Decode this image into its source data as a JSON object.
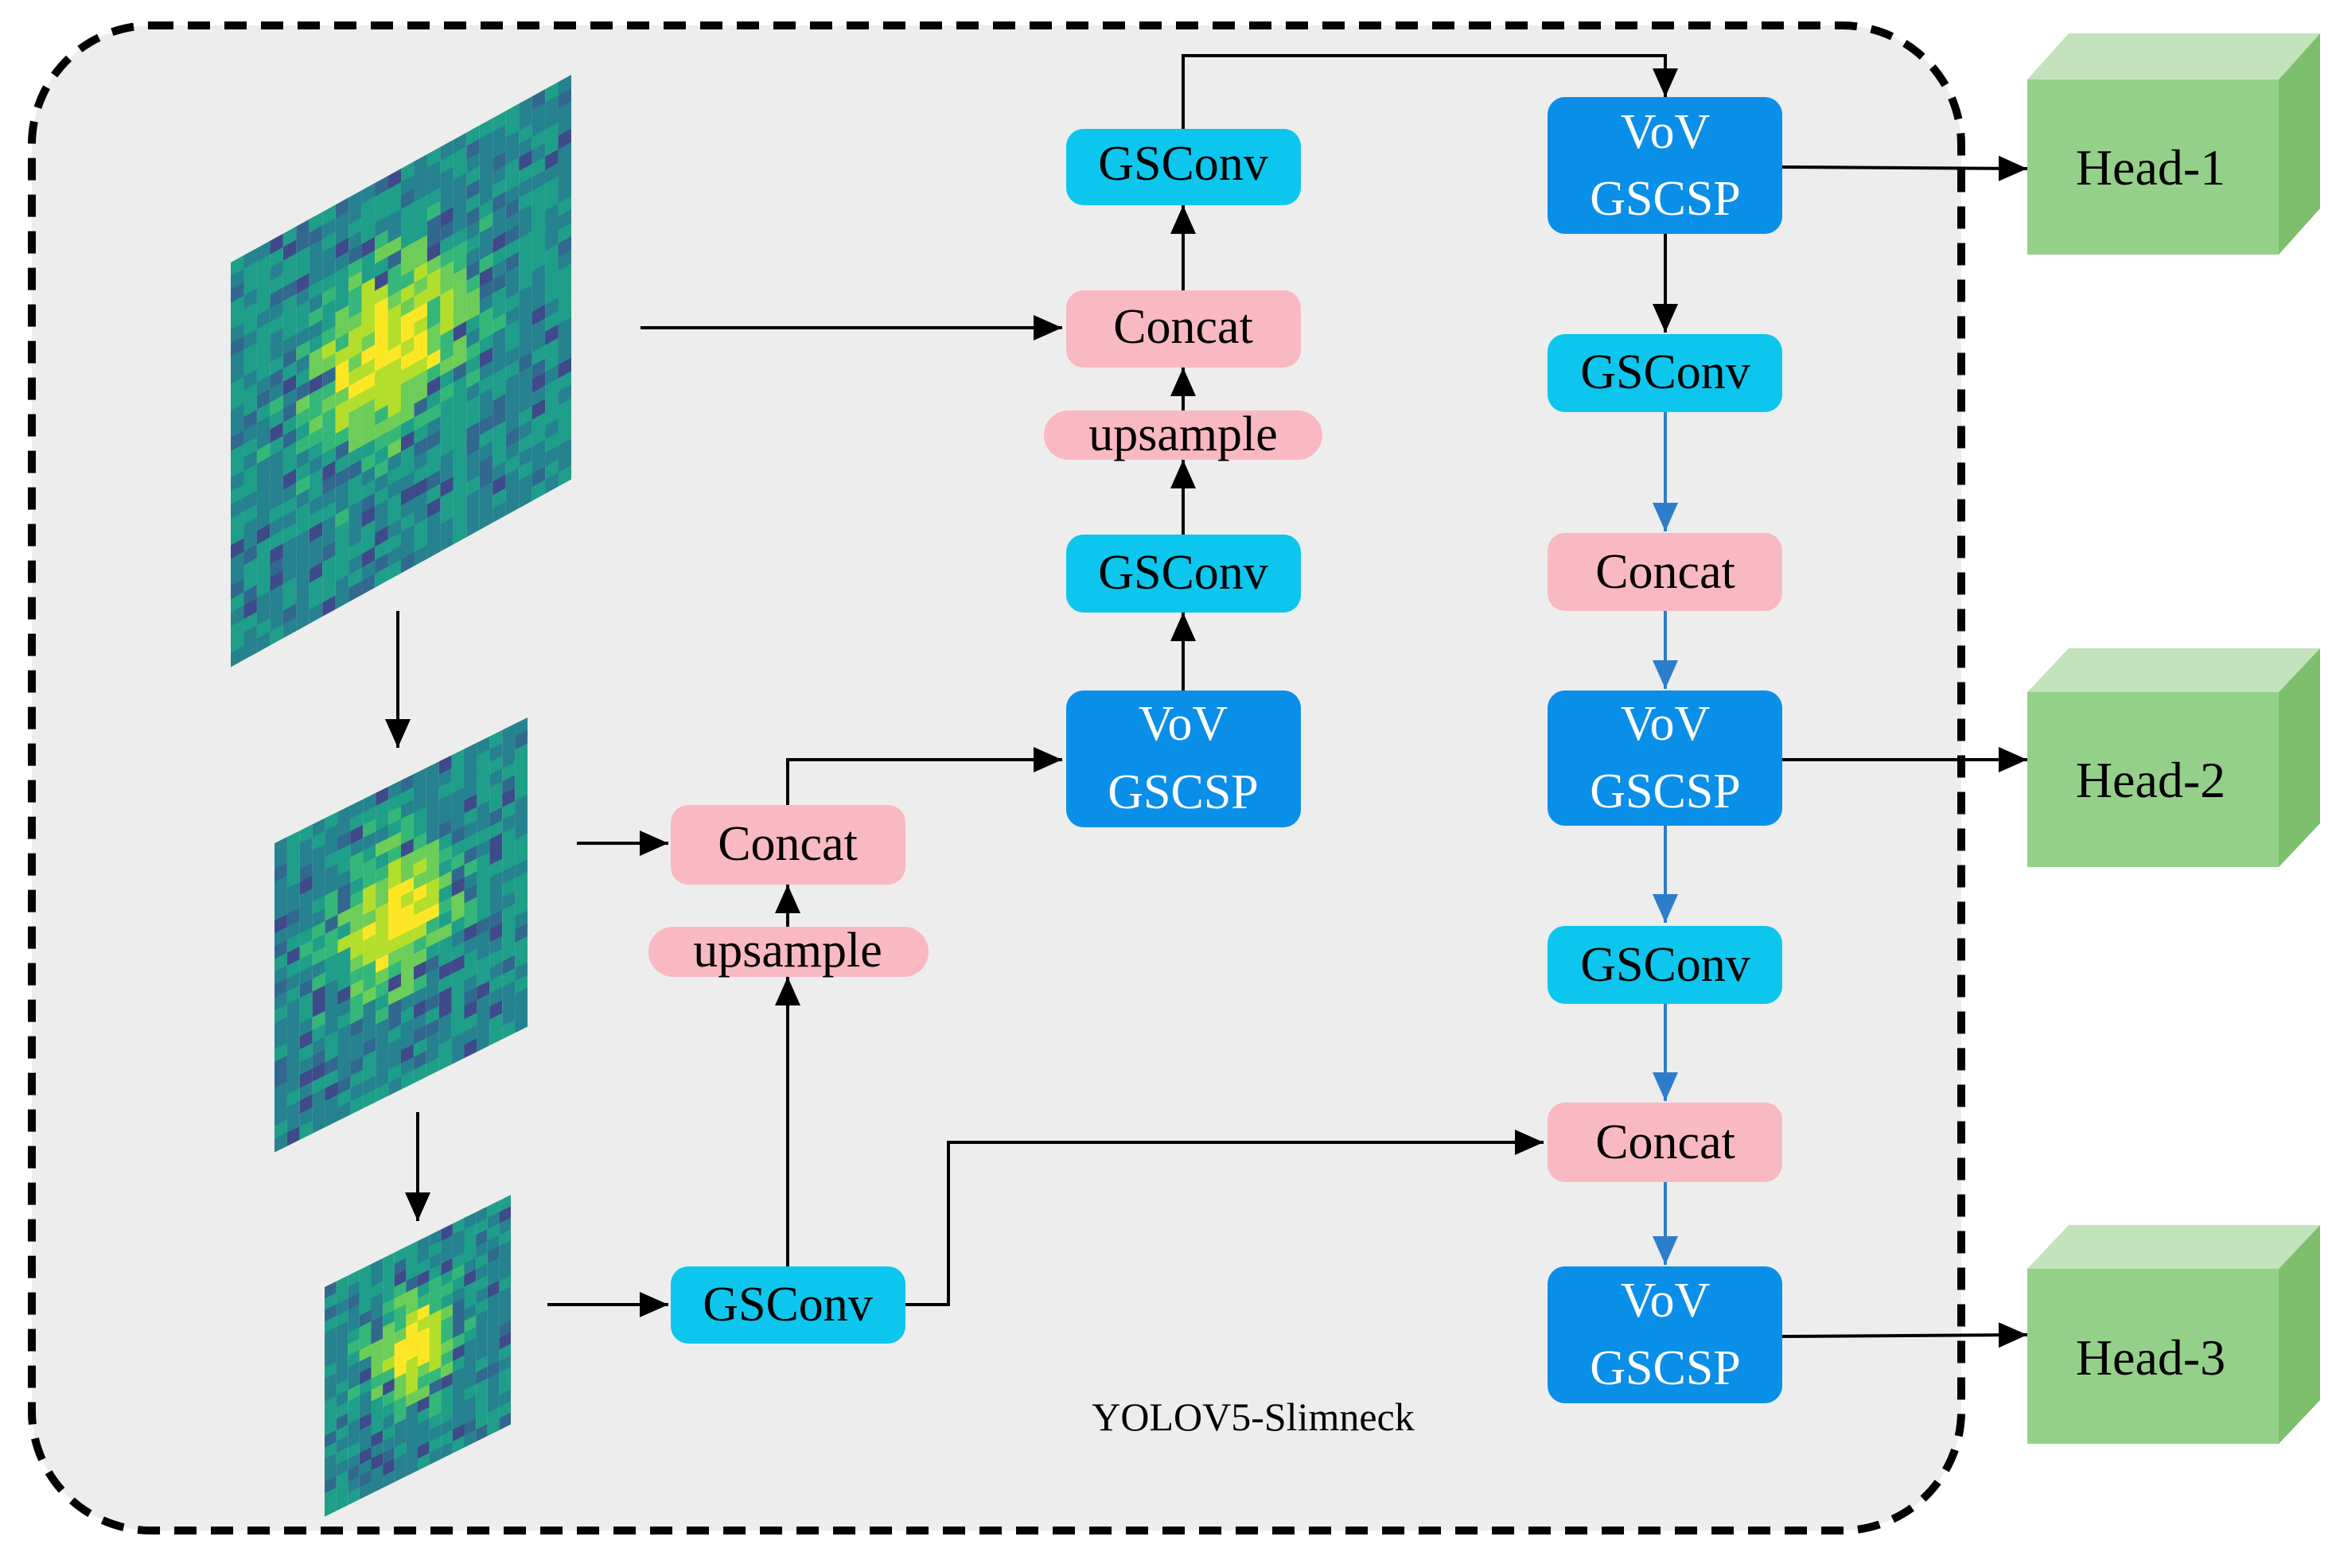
{
  "diagram": {
    "caption": "YOLOV5-Slimneck",
    "nodes": {
      "gsconv_top": {
        "lines": [
          "GSConv"
        ]
      },
      "concat_top": {
        "lines": [
          "Concat"
        ]
      },
      "upsample_top": {
        "lines": [
          "upsample"
        ]
      },
      "gsconv_mid": {
        "lines": [
          "GSConv"
        ]
      },
      "vov_mid": {
        "lines": [
          "VoV",
          "GSCSP"
        ]
      },
      "concat_left": {
        "lines": [
          "Concat"
        ]
      },
      "upsample_left": {
        "lines": [
          "upsample"
        ]
      },
      "gsconv_bottom": {
        "lines": [
          "GSConv"
        ]
      },
      "vov_right_1": {
        "lines": [
          "VoV",
          "GSCSP"
        ]
      },
      "gsconv_right_1": {
        "lines": [
          "GSConv"
        ]
      },
      "concat_right_1": {
        "lines": [
          "Concat"
        ]
      },
      "vov_right_2": {
        "lines": [
          "VoV",
          "GSCSP"
        ]
      },
      "gsconv_right_2": {
        "lines": [
          "GSConv"
        ]
      },
      "concat_right_2": {
        "lines": [
          "Concat"
        ]
      },
      "vov_right_3": {
        "lines": [
          "VoV",
          "GSCSP"
        ]
      }
    },
    "heads": [
      {
        "label": "Head-1"
      },
      {
        "label": "Head-2"
      },
      {
        "label": "Head-3"
      }
    ],
    "colors": {
      "gsconv": "#0CC6EE",
      "vov": "#0A8FE8",
      "concat": "#F9B9C2",
      "head_front": "#95D08A",
      "head_top": "#C3E3BC",
      "head_side": "#7EBF6E",
      "panel": "#EDEDED",
      "arrow_black": "#000000",
      "arrow_blue": "#2E7DCB"
    }
  }
}
